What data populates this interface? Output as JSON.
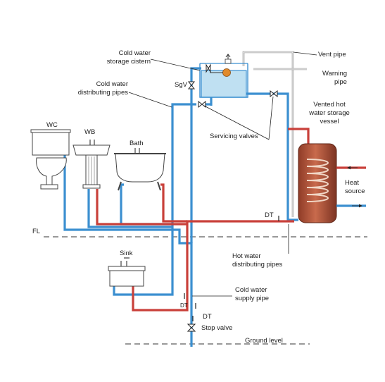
{
  "labels": {
    "cistern": [
      "Cold water",
      "storage cistern"
    ],
    "distributing": [
      "Cold water",
      "distributing pipes"
    ],
    "vent_pipe": "Vent pipe",
    "warning_pipe": [
      "Warning",
      "pipe"
    ],
    "vented_vessel": [
      "Vented hot",
      "water storage",
      "vessel"
    ],
    "servicing_valves": "Servicing valves",
    "sgv": "SgV",
    "wc": "WC",
    "wb": "WB",
    "bath": "Bath",
    "heat_source": [
      "Heat",
      "source"
    ],
    "dt_vessel": "DT",
    "fl": "FL",
    "sink": "Sink",
    "hot_distributing": [
      "Hot water",
      "distributing pipes"
    ],
    "cold_supply": [
      "Cold water",
      "supply pipe"
    ],
    "dt_lower": "DT",
    "dt_supply": "DT",
    "stop_valve": "Stop valve",
    "ground_level": "Ground level"
  },
  "colors": {
    "cold_pipe": "#3b8fd0",
    "hot_pipe": "#c9403a",
    "vessel": "#b5553a",
    "cistern_water": "#bfe0f2",
    "float": "#e08a2c",
    "vent_pipe": "#9a9a9a"
  }
}
